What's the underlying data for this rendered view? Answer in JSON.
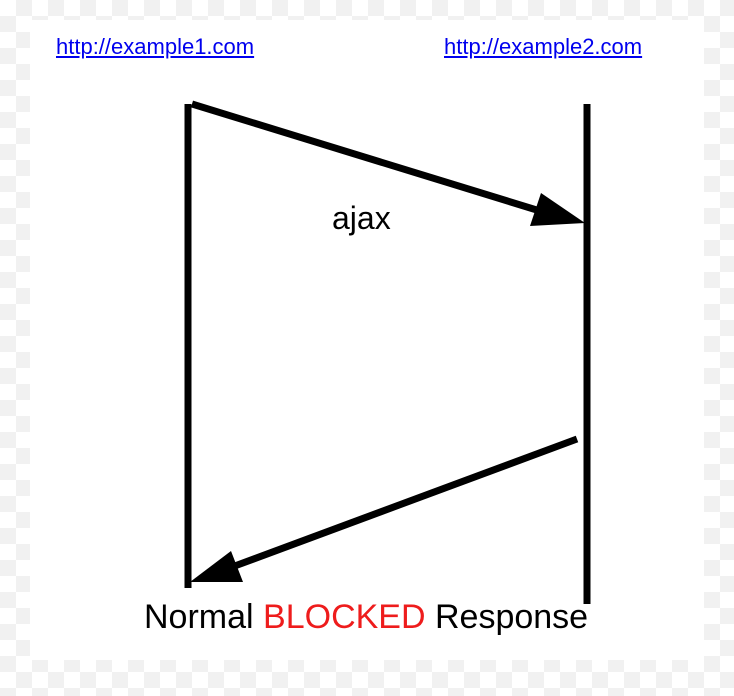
{
  "endpoints": {
    "left_url": "http://example1.com",
    "right_url": "http://example2.com"
  },
  "messages": {
    "request_label": "ajax",
    "response_prefix": "Normal",
    "response_status": "BLOCKED",
    "response_suffix": "Response"
  },
  "colors": {
    "link": "#0000ee",
    "line": "#000000",
    "blocked": "#ee1c1c"
  }
}
